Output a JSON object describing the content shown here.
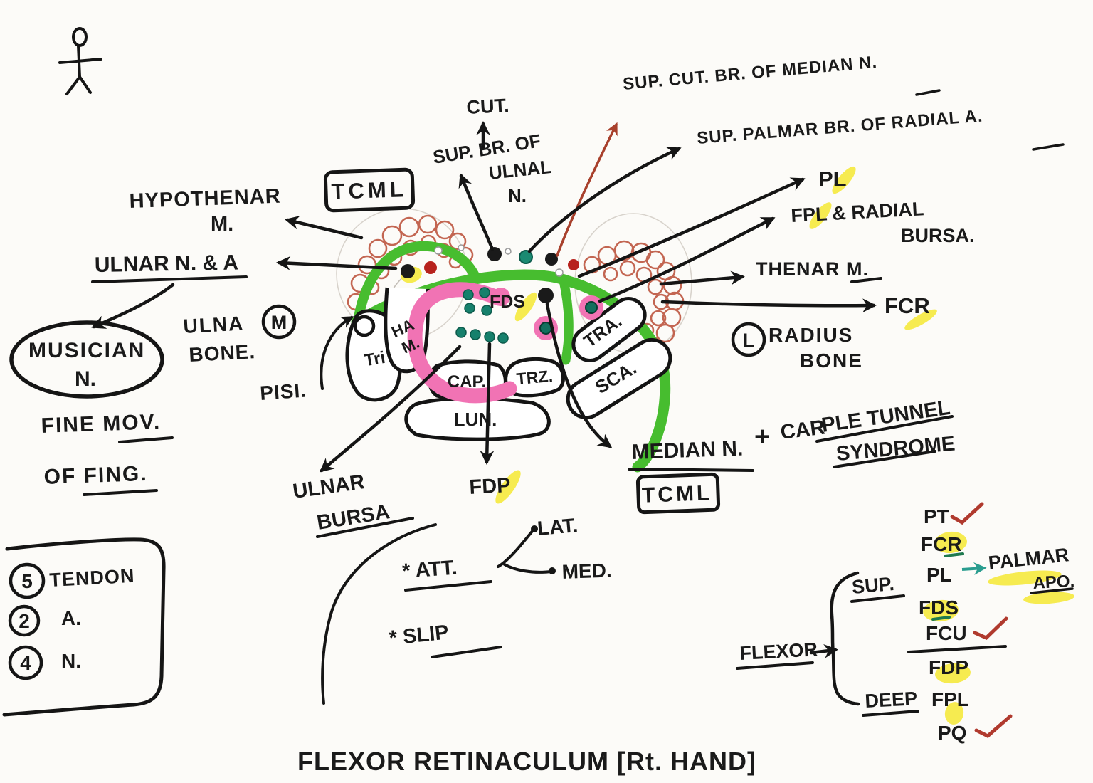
{
  "title": "FLEXOR RETINACULUM [Rt. HAND]",
  "boxes": {
    "tcml_top": "TCML",
    "tcml_bottom": "TCML"
  },
  "left": {
    "hypothenar1": "HYPOTHENAR",
    "hypothenar2": "M.",
    "ulnar_n_a": "ULNAR N. & A",
    "musician1": "MUSICIAN",
    "musician2": "N.",
    "fine1": "FINE MOV.",
    "fine2": "OF FING.",
    "ulna1": "ULNA",
    "ulna2": "BONE.",
    "m_marker": "M",
    "pisi": "PISI.",
    "ulnar_bursa1": "ULNAR",
    "ulnar_bursa2": "BURSA"
  },
  "top": {
    "cut": "CUT.",
    "sup_br1": "SUP. BR. OF",
    "sup_br2": "ULNAL",
    "sup_br3": "N.",
    "sup_cut_median": "SUP. CUT. BR. OF MEDIAN N.",
    "sup_palmar_radial": "SUP. PALMAR BR. OF RADIAL A."
  },
  "right": {
    "pl": "PL",
    "fpl_radial1": "FPL & RADIAL",
    "fpl_radial2": "BURSA.",
    "thenar": "THENAR M.",
    "fcr": "FCR",
    "l_marker": "L",
    "radius1": "RADIUS",
    "radius2": "BONE",
    "median_n": "MEDIAN N.",
    "plus": "+",
    "car": "CAR",
    "ple_tunnel": "PLE TUNNEL",
    "syndrome": "SYNDROME"
  },
  "tunnel": {
    "fds": "FDS",
    "fdp": "FDP"
  },
  "bones": {
    "tri": "Tri",
    "ham1": "HA",
    "ham2": "M.",
    "cap": "CAP.",
    "lun": "LUN.",
    "trz": "TRZ.",
    "tra": "TRA.",
    "sca": "SCA."
  },
  "counts": {
    "n5": "5",
    "tendon": "TENDON",
    "n2": "2",
    "a": "A.",
    "n4": "4",
    "n": "N."
  },
  "notes": {
    "att": "* ATT.",
    "lat": "LAT.",
    "med": "MED.",
    "slip": "* SLIP"
  },
  "tree": {
    "root": "FLEXOR",
    "sup": "SUP.",
    "deep": "DEEP",
    "pt": "PT",
    "fcr": "FCR",
    "pl": "PL",
    "fds": "FDS",
    "fcu": "FCU",
    "fdp": "FDP",
    "fpl": "FPL",
    "pq": "PQ",
    "palmar1": "PALMAR",
    "palmar2": "APO."
  },
  "colors": {
    "retinaculum_green": "#47bd2f",
    "bursa_pink": "#f173b4",
    "tendon_teal": "#16806c",
    "artery_red": "#b7221d",
    "muscle_sienna": "#bf5a44",
    "highlight_yellow": "#f5e93d",
    "check_red": "#b03a2e",
    "annotation_red": "#a8402c",
    "ink": "#1a1a1a"
  }
}
